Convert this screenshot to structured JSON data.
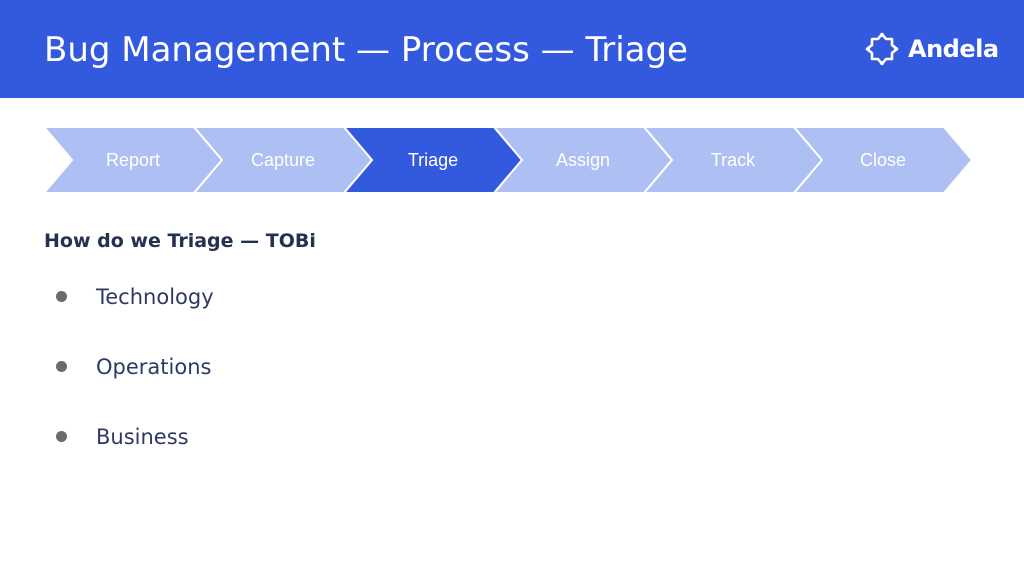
{
  "header": {
    "title": "Bug Management — Process — Triage",
    "logo_text": "Andela"
  },
  "process": {
    "steps": [
      {
        "label": "Report",
        "active": false
      },
      {
        "label": "Capture",
        "active": false
      },
      {
        "label": "Triage",
        "active": true
      },
      {
        "label": "Assign",
        "active": false
      },
      {
        "label": "Track",
        "active": false
      },
      {
        "label": "Close",
        "active": false
      }
    ],
    "colors": {
      "inactive": "#aebff3",
      "active": "#3359df",
      "separator": "#ffffff"
    }
  },
  "content": {
    "subheading": "How do we Triage — TOBi",
    "bullets": [
      "Technology",
      "Operations",
      "Business"
    ]
  },
  "colors": {
    "header_bg": "#3359df",
    "heading_text": "#26304f",
    "body_text": "#2d3a66",
    "bullet_dot": "#6b6b6b"
  }
}
